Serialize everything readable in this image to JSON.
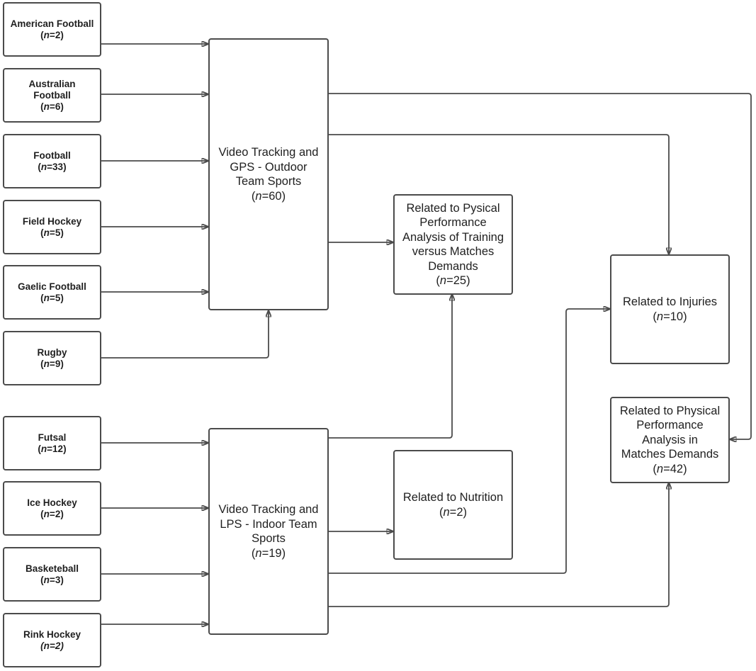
{
  "sports": {
    "american_football": {
      "lines": [
        "American Football"
      ],
      "count": "2"
    },
    "australian_football": {
      "lines": [
        "Australian",
        "Football"
      ],
      "count": "6"
    },
    "football": {
      "lines": [
        "Football"
      ],
      "count": "33"
    },
    "field_hockey": {
      "lines": [
        "Field Hockey"
      ],
      "count": "5"
    },
    "gaelic_football": {
      "lines": [
        "Gaelic Football"
      ],
      "count": "5"
    },
    "rugby": {
      "lines": [
        "Rugby"
      ],
      "count": "9"
    },
    "futsal": {
      "lines": [
        "Futsal"
      ],
      "count": "12"
    },
    "ice_hockey": {
      "lines": [
        "Ice Hockey"
      ],
      "count": "2"
    },
    "basketball": {
      "lines": [
        "Basketeball"
      ],
      "count": "3"
    },
    "rink_hockey": {
      "lines": [
        "Rink Hockey"
      ],
      "count": "2"
    }
  },
  "groups": {
    "outdoor": {
      "lines": [
        "Video Tracking and",
        "GPS - Outdoor",
        "Team Sports"
      ],
      "count": "60"
    },
    "indoor": {
      "lines": [
        "Video Tracking and",
        "LPS - Indoor Team",
        "Sports"
      ],
      "count": "19"
    }
  },
  "outcomes": {
    "training_vs_matches": {
      "lines": [
        "Related to Pysical",
        "Performance",
        "Analysis of Training",
        "versus Matches",
        "Demands"
      ],
      "count": "25"
    },
    "injuries": {
      "lines": [
        "Related to Injuries"
      ],
      "count": "10"
    },
    "match_demands": {
      "lines": [
        "Related to Physical",
        "Performance",
        "Analysis in",
        "Matches Demands"
      ],
      "count": "42"
    },
    "nutrition": {
      "lines": [
        "Related to Nutrition"
      ],
      "count": "2"
    }
  },
  "labels": {
    "n_symbol": "n",
    "equals_sign": "="
  },
  "colors": {
    "line": "#4b4b4b",
    "box_border": "#4b4b4b",
    "text": "#1f1f1f",
    "background": "#ffffff"
  }
}
